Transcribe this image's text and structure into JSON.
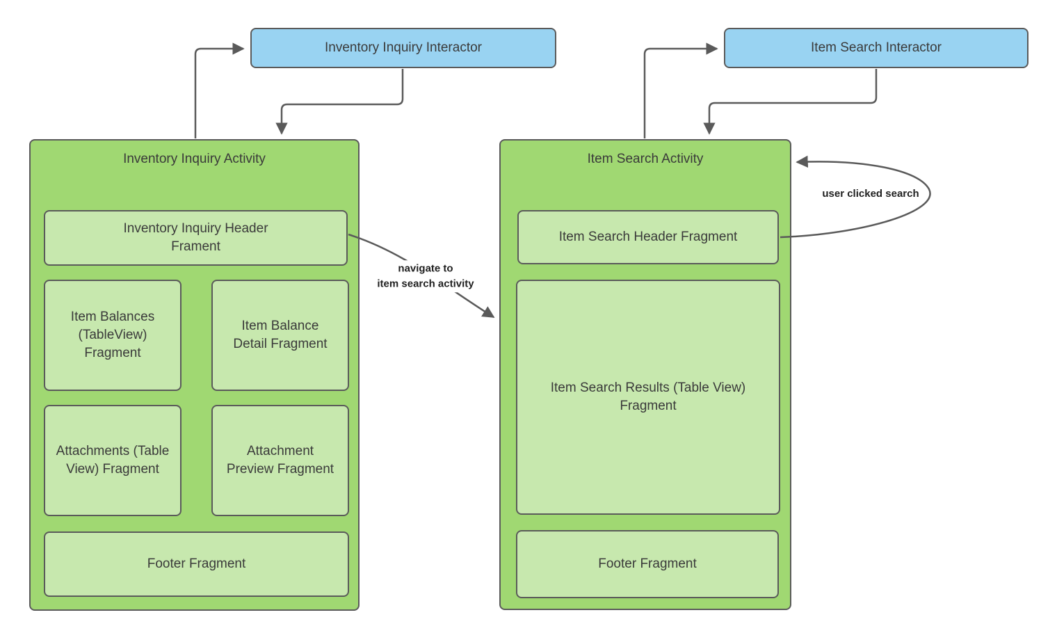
{
  "interactors": {
    "inventory": {
      "label": "Inventory Inquiry Interactor"
    },
    "search": {
      "label": "Item Search Interactor"
    }
  },
  "activities": {
    "inventory": {
      "title": "Inventory Inquiry Activity",
      "fragments": {
        "header": "Inventory Inquiry Header\nFrament",
        "item_balances": "Item Balances\n(TableView)\nFragment",
        "item_balance_detail": "Item Balance\nDetail Fragment",
        "attachments": "Attachments (Table\nView) Fragment",
        "attachment_preview": "Attachment\nPreview Fragment",
        "footer": "Footer Fragment"
      }
    },
    "search": {
      "title": "Item Search Activity",
      "fragments": {
        "header": "Item Search Header Fragment",
        "results": "Item Search Results (Table View)\nFragment",
        "footer": "Footer Fragment"
      }
    }
  },
  "edges": {
    "navigate_label": "navigate to\nitem search activity",
    "user_clicked_label": "user clicked search"
  },
  "colors": {
    "interactor_fill": "#99d3f2",
    "activity_fill": "#a0d872",
    "fragment_fill": "#c7e8ae",
    "stroke": "#5a5a5a",
    "text": "#3a3a3a"
  }
}
